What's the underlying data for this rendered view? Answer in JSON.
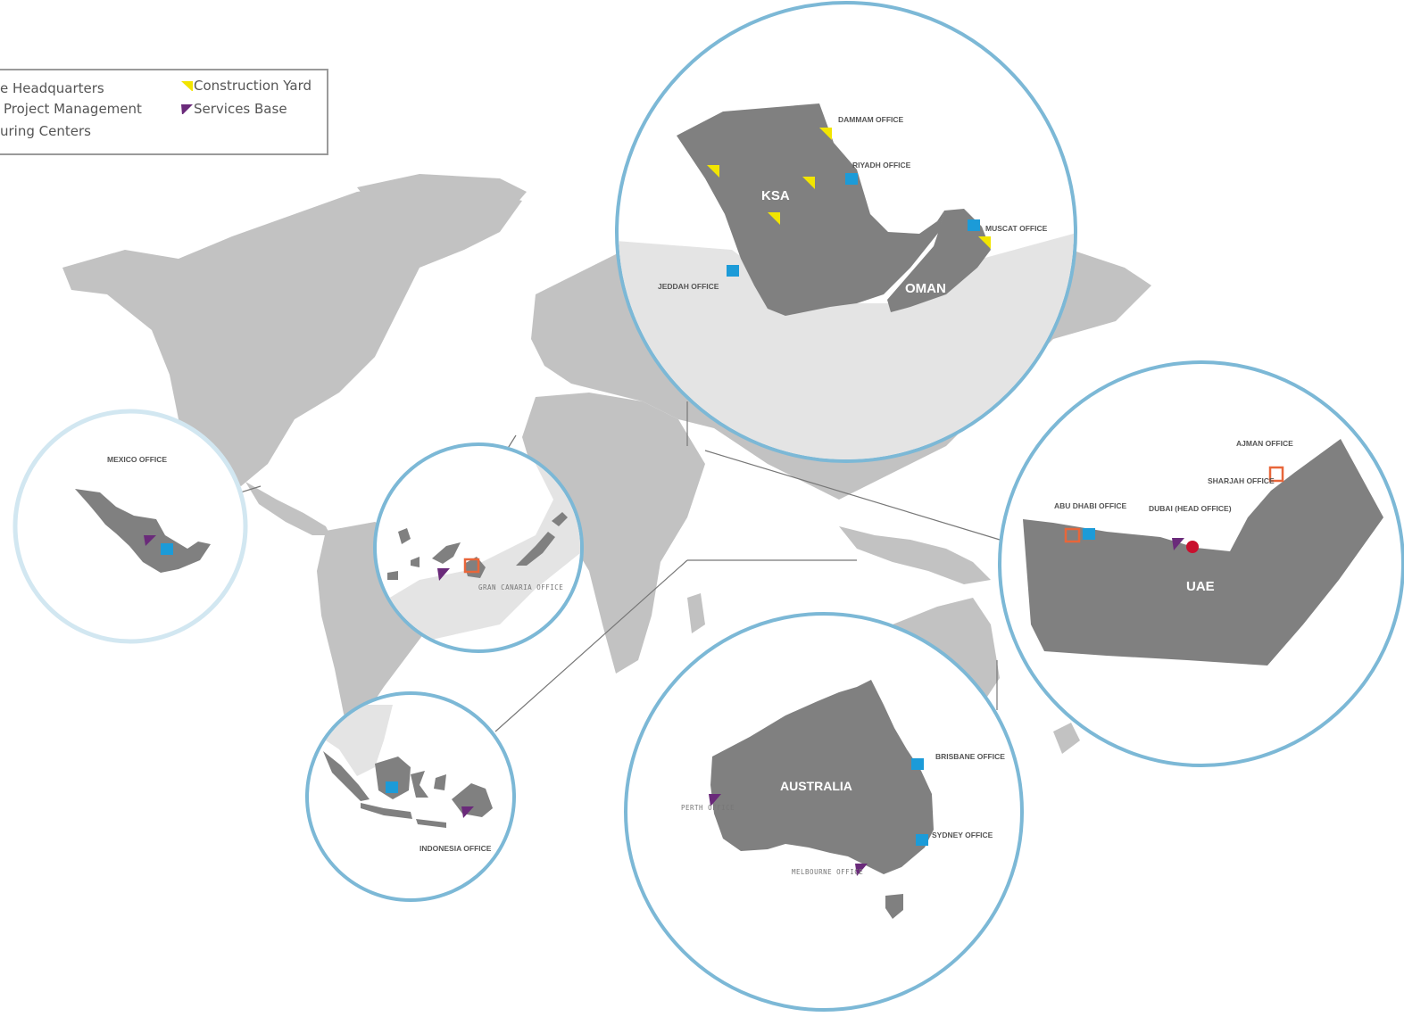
{
  "legend": {
    "items": [
      {
        "label": "e Headquarters",
        "marker": "red-circle"
      },
      {
        "label": "Project Management",
        "marker": "orange-square-outline"
      },
      {
        "label": "uring Centers",
        "marker": "blue-square"
      },
      {
        "label": "Construction Yard",
        "marker": "yellow-triangle"
      },
      {
        "label": "Services Base",
        "marker": "purple-triangle"
      }
    ]
  },
  "colors": {
    "world": "#c2c2c2",
    "world_light": "#e4e4e4",
    "inset_land": "#808080",
    "circle_ring": "#7cb8d6",
    "circle_ring_faded": "#d2e7f1",
    "office_blue": "#1c9bd8",
    "construction_yellow": "#f2e500",
    "services_purple": "#6a2a7a",
    "project_orange": "#e8663a",
    "hq_red": "#c8102e"
  },
  "insets": {
    "mexico": {
      "office": "MEXICO\nOFFICE"
    },
    "gran_canaria": {
      "office": "GRAN CANARIA OFFICE"
    },
    "indonesia": {
      "office": "INDONESIA OFFICE"
    },
    "ksa": {
      "region_ksa": "KSA",
      "region_oman": "OMAN",
      "dammam": "DAMMAM OFFICE",
      "riyadh": "RIYADH OFFICE",
      "muscat": "MUSCAT OFFICE",
      "jeddah": "JEDDAH OFFICE"
    },
    "uae": {
      "region": "UAE",
      "ajman": "AJMAN OFFICE",
      "sharjah": "SHARJAH OFFICE",
      "abu_dhabi": "ABU DHABI OFFICE",
      "dubai": "DUBAI (HEAD OFFICE)"
    },
    "australia": {
      "region": "AUSTRALIA",
      "brisbane": "BRISBANE OFFICE",
      "sydney": "SYDNEY OFFICE",
      "perth": "PERTH OFFICE",
      "melbourne": "MELBOURNE OFFICE"
    }
  }
}
